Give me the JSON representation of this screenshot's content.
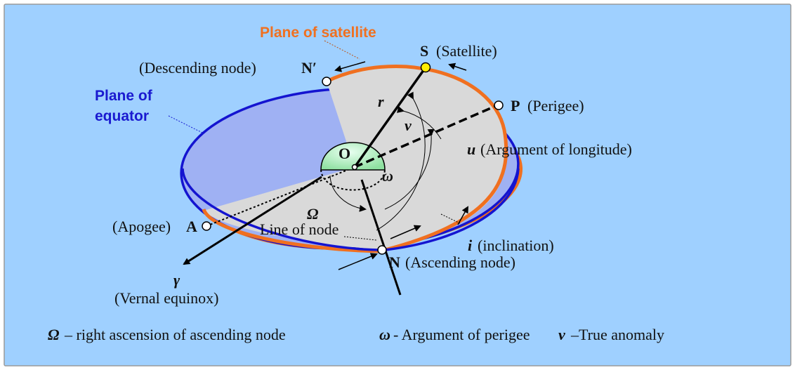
{
  "colors": {
    "background": "#9fd0ff",
    "equator_plane_fill": "#9fb1f3",
    "equator_plane_stroke": "#1414d0",
    "satellite_plane_fill": "#d9d9d9",
    "satellite_plane_stroke": "#f07020",
    "earth_fill": "#b8f0c0",
    "satellite_marker": "#ffee00"
  },
  "labels": {
    "plane_of_satellite": "Plane of satellite",
    "plane_of_equator_line1": "Plane of",
    "plane_of_equator_line2": "equator",
    "satellite_letter": "S",
    "satellite_desc": "(Satellite)",
    "descending_desc": "(Descending node)",
    "descending_letter": "N′",
    "perigee_letter": "P",
    "perigee_desc": "(Perigee)",
    "apogee_desc": "(Apogee)",
    "apogee_letter": "A",
    "origin_letter": "O",
    "radius_symbol": "r",
    "true_anomaly_symbol": "v",
    "perigee_arg_symbol": "ω",
    "raan_symbol": "Ω",
    "arg_longitude_symbol": "u",
    "arg_longitude_desc": "(Argument of longitude)",
    "line_of_node": "Line of node",
    "inclination_symbol": "i",
    "inclination_desc": "(inclination)",
    "ascending_letter": "N",
    "ascending_desc": "(Ascending node)",
    "vernal_symbol": "γ",
    "vernal_desc": "(Vernal equinox)"
  },
  "legend": {
    "raan_symbol": "Ω",
    "raan_text": "– right ascension of ascending node",
    "perigee_symbol": "ω",
    "perigee_text": "- Argument  of perigee",
    "anomaly_symbol": "v",
    "anomaly_text": "–True anomaly"
  }
}
